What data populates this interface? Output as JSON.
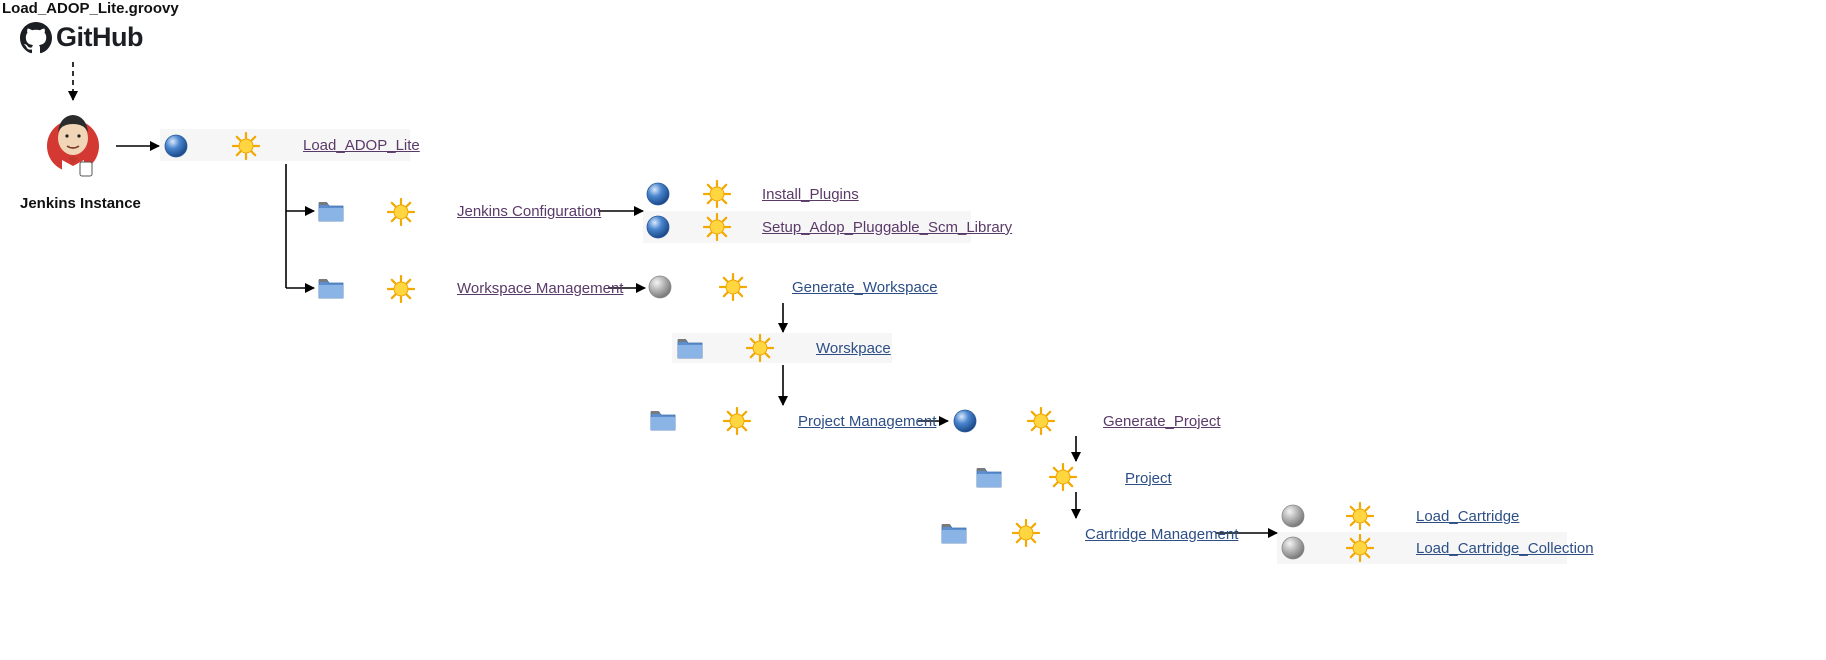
{
  "header": {
    "file_title": "Load_ADOP_Lite.groovy",
    "github_wordmark": "GitHub",
    "github_icon": "github-octocat-icon"
  },
  "jenkins": {
    "label": "Jenkins Instance",
    "icon": "jenkins-butler-icon"
  },
  "colors": {
    "job_link_visited": "#5a3a68",
    "job_link": "#2d4f86",
    "ball_blue": "#2f6fb5",
    "ball_grey": "#9a9a9a",
    "sun": "#f6b800",
    "folder": "#6f9fd8",
    "row_background": "#f6f6f6"
  },
  "items": [
    {
      "id": "load_adop_lite",
      "label": "Load_ADOP_Lite",
      "kind": "job",
      "status": "blue"
    },
    {
      "id": "jenkins_configuration",
      "label": "Jenkins Configuration",
      "kind": "folder"
    },
    {
      "id": "install_plugins",
      "label": "Install_Plugins",
      "kind": "job",
      "status": "blue"
    },
    {
      "id": "setup_scm_library",
      "label": "Setup_Adop_Pluggable_Scm_Library",
      "kind": "job",
      "status": "blue"
    },
    {
      "id": "workspace_management",
      "label": "Workspace Management",
      "kind": "folder"
    },
    {
      "id": "generate_workspace",
      "label": "Generate_Workspace",
      "kind": "job",
      "status": "grey"
    },
    {
      "id": "workspace",
      "label": "Worskpace",
      "kind": "folder"
    },
    {
      "id": "project_management",
      "label": "Project Management",
      "kind": "folder"
    },
    {
      "id": "generate_project",
      "label": "Generate_Project",
      "kind": "job",
      "status": "blue"
    },
    {
      "id": "project",
      "label": "Project",
      "kind": "folder"
    },
    {
      "id": "cartridge_management",
      "label": "Cartridge Management",
      "kind": "folder"
    },
    {
      "id": "load_cartridge",
      "label": "Load_Cartridge",
      "kind": "job",
      "status": "grey"
    },
    {
      "id": "load_cartridge_collection",
      "label": "Load_Cartridge_Collection",
      "kind": "job",
      "status": "grey"
    }
  ]
}
